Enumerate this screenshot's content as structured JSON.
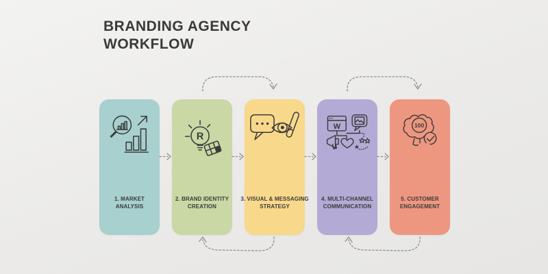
{
  "title": {
    "line1": "BRANDING AGENCY",
    "line2": "WORKFLOW"
  },
  "steps": [
    {
      "label_line1": "1. MARKET",
      "label_line2": "ANALYSIS",
      "color": "#a7d0ce",
      "icon": "magnifier-growth-chart-icon"
    },
    {
      "label_line1": "2. BRAND IDENTITY",
      "label_line2": "CREATION",
      "color": "#c9d8a5",
      "icon": "lightbulb-swatches-icon",
      "bulb_letter": "R"
    },
    {
      "label_line1": "3. VISUAL & MESSAGING",
      "label_line2": "STRATEGY",
      "color": "#f8d88a",
      "icon": "speech-bubble-eye-pen-icon"
    },
    {
      "label_line1": "4. MULTI-CHANNEL",
      "label_line2": "COMMUNICATION",
      "color": "#b3aad5",
      "icon": "channels-megaphone-heart-stars-icon",
      "window_letter": "W"
    },
    {
      "label_line1": "5. CUSTOMER",
      "label_line2": "ENGAGEMENT",
      "color": "#ee9780",
      "icon": "brain-score-check-icon",
      "badge_text": "100"
    }
  ],
  "colors": {
    "background": "#ececea",
    "ink": "#3b3b3b",
    "title": "#3a3a3a",
    "arrow": "#8f8f8f"
  },
  "flow": {
    "forward_mid_arrows": [
      "step1->step2",
      "step2->step3",
      "step3->step4",
      "step4->step5"
    ],
    "top_arcs": [
      "step2->step3",
      "step4->step5"
    ],
    "bottom_arcs": [
      "step3->step2",
      "step5->step4"
    ]
  }
}
